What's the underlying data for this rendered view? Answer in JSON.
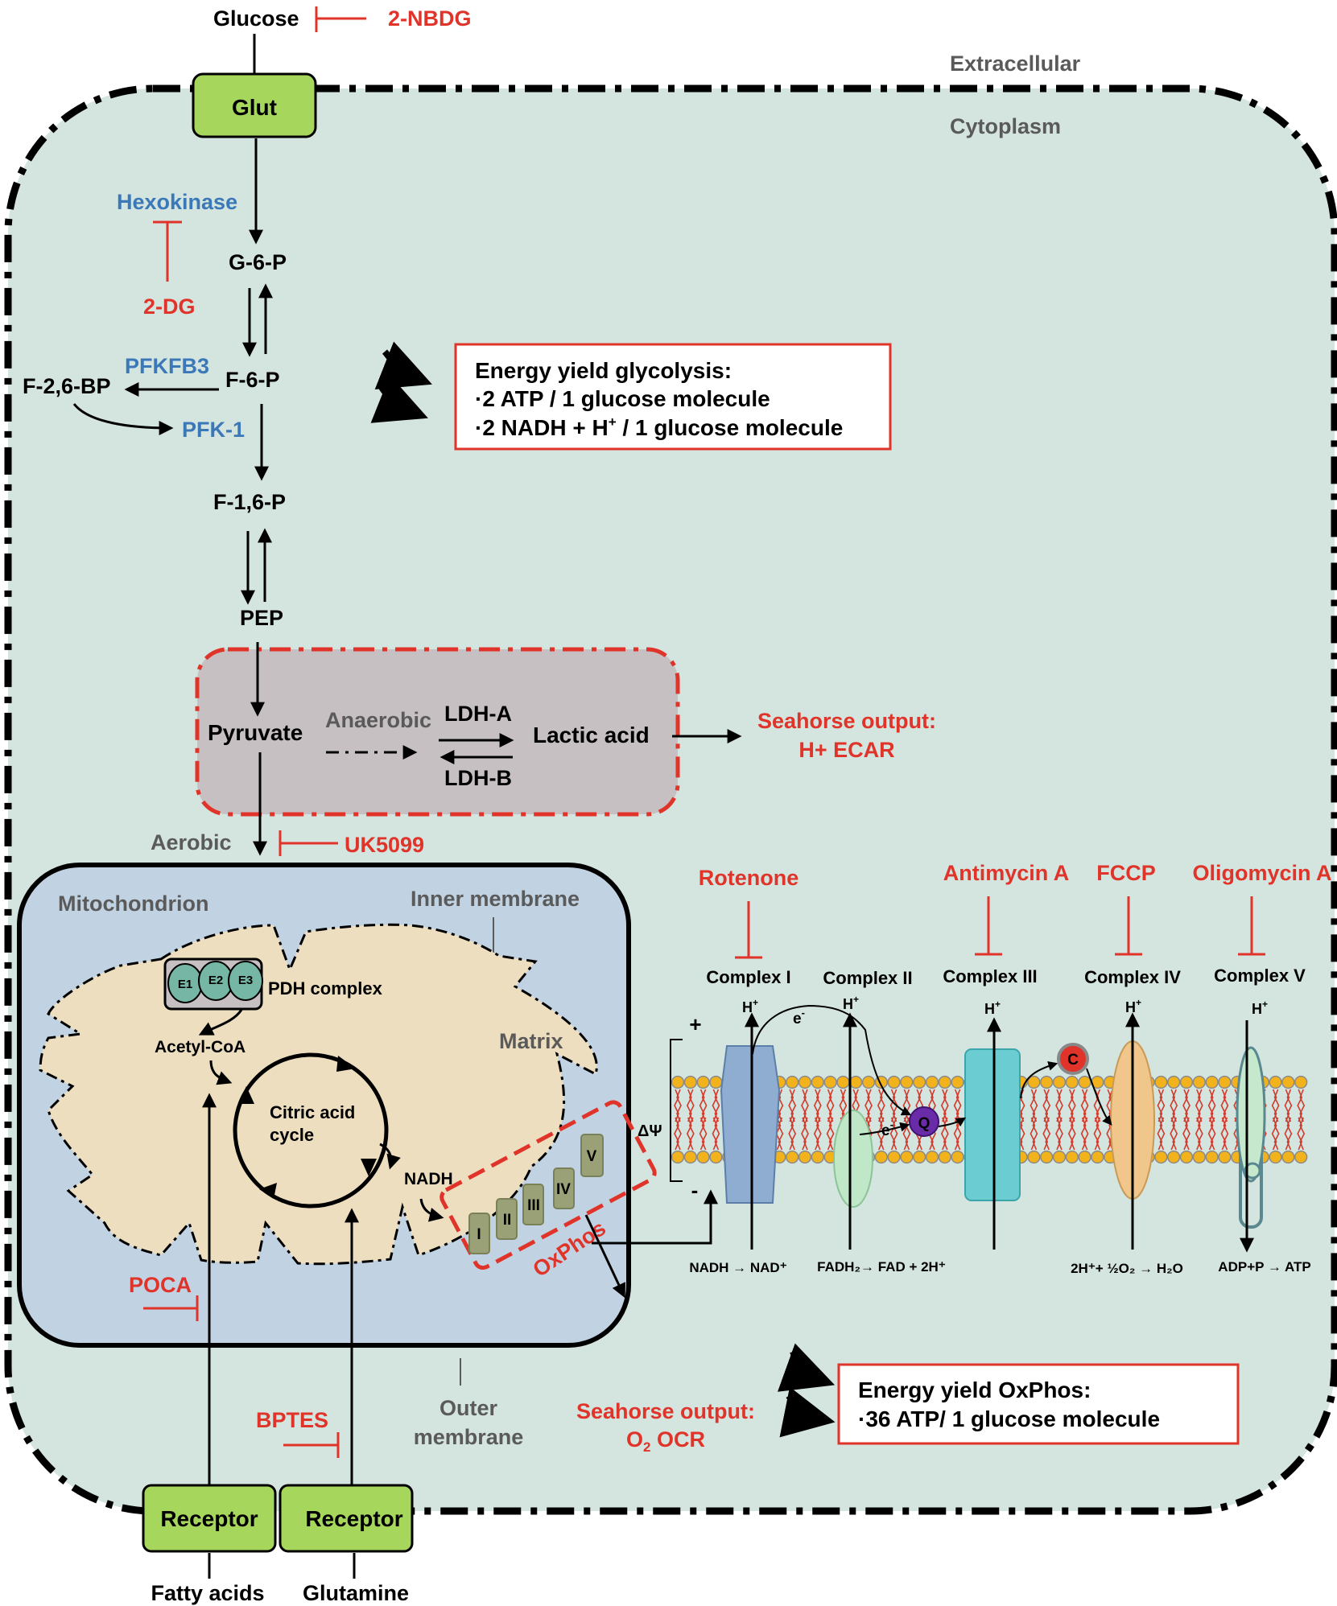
{
  "compartments": {
    "extracellular": "Extracellular",
    "cytoplasm": "Cytoplasm",
    "mitochondrion": "Mitochondrion",
    "inner_membrane": "Inner membrane",
    "matrix": "Matrix",
    "outer_membrane_1": "Outer",
    "outer_membrane_2": "membrane"
  },
  "glycolysis": {
    "glucose": "Glucose",
    "glut": "Glut",
    "hexokinase": "Hexokinase",
    "g6p": "G-6-P",
    "pfkfb3": "PFKFB3",
    "f26bp": "F-2,6-BP",
    "f6p": "F-6-P",
    "pfk1": "PFK-1",
    "f16p": "F-1,6-P",
    "pep": "PEP",
    "pyruvate": "Pyruvate",
    "anaerobic": "Anaerobic",
    "ldha": "LDH-A",
    "ldhb": "LDH-B",
    "lactic_acid": "Lactic acid",
    "aerobic": "Aerobic"
  },
  "inhibitors": {
    "nbdg": "2-NBDG",
    "dg": "2-DG",
    "uk5099": "UK5099",
    "poca": "POCA",
    "bptes": "BPTES",
    "rotenone": "Rotenone",
    "antimycin": "Antimycin A",
    "fccp": "FCCP",
    "oligomycin": "Oligomycin A"
  },
  "energy_glycolysis": {
    "title": "Energy yield glycolysis:",
    "line1": "2 ATP / 1 glucose molecule",
    "line2_a": "2 NADH + H",
    "line2_sup": "+",
    "line2_b": " / 1 glucose molecule"
  },
  "seahorse_ecar": {
    "line1": "Seahorse output:",
    "line2": "H+ ECAR"
  },
  "seahorse_ocr": {
    "line1": "Seahorse output:",
    "line2_a": "O",
    "line2_sub": "2",
    "line2_b": " OCR"
  },
  "energy_oxphos": {
    "title": "Energy yield OxPhos:",
    "line1": "36 ATP/ 1 glucose molecule"
  },
  "mito": {
    "e1": "E1",
    "e2": "E2",
    "e3": "E3",
    "pdh": "PDH complex",
    "acetyl": "Acetyl-CoA",
    "tca_1": "Citric acid",
    "tca_2": "cycle",
    "nadh": "NADH",
    "oxphos": "OxPhos",
    "c1": "I",
    "c2": "II",
    "c3": "III",
    "c4": "IV",
    "c5": "V"
  },
  "etc": {
    "complex1": "Complex I",
    "complex2": "Complex II",
    "complex3": "Complex III",
    "complex4": "Complex IV",
    "complex5": "Complex V",
    "h": "H",
    "hsup": "+",
    "e": "e",
    "esup": "-",
    "q": "Q",
    "c": "C",
    "plus": "+",
    "minus": "-",
    "dpsi": "ΔΨ",
    "r1": "NADH → NAD⁺",
    "r2": "FADH₂→ FAD + 2H⁺",
    "r3": "2H⁺+ ½O₂ → H₂O",
    "r4": "ADP+P → ATP"
  },
  "receptors": {
    "receptor1": "Receptor",
    "receptor2": "Receptor",
    "fatty_acids": "Fatty acids",
    "glutamine": "Glutamine"
  },
  "colors": {
    "red": "#e0342a",
    "blue": "#3a78b8",
    "grey_text": "#5a5a5a",
    "cytoplasm": "#d4e4df",
    "green_box": "#a6d65b",
    "mito_outer": "#c1d3e2",
    "matrix": "#eedec0",
    "anaerobic_box": "#c6c0c2",
    "complex_olive": "#9aa176"
  }
}
